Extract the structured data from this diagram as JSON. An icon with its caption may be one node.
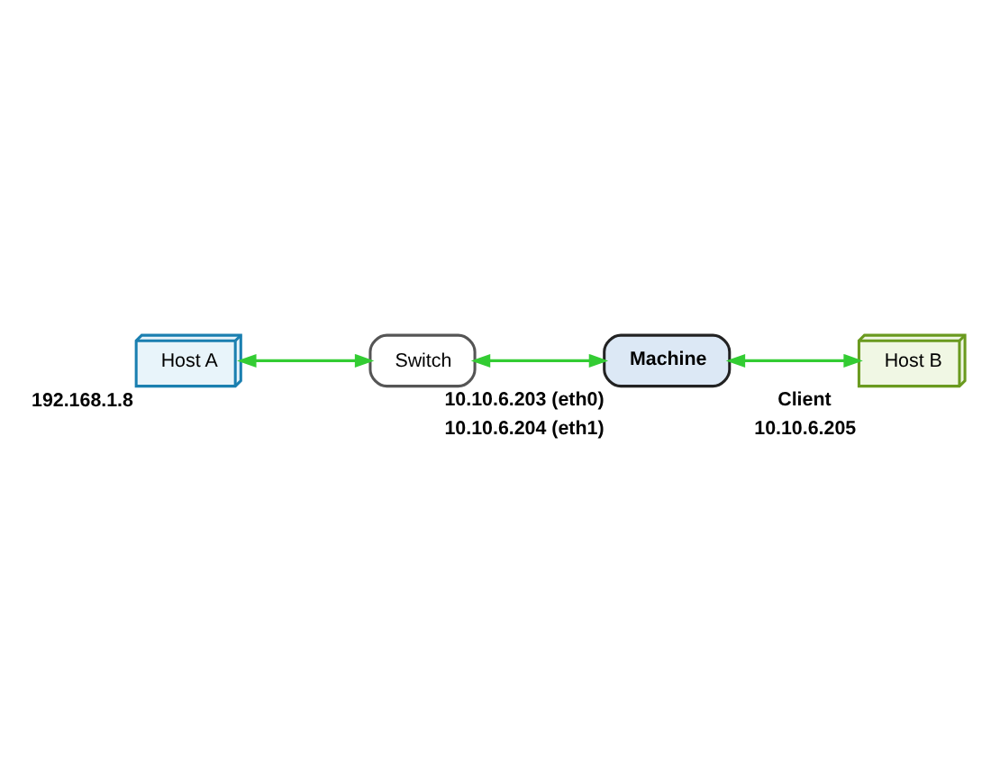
{
  "diagram": {
    "nodes": [
      {
        "text": [
          "Host A"
        ],
        "beside": [
          "192.168.1.8"
        ]
      },
      {
        "text": [
          "Switch"
        ]
      },
      {
        "text": [
          "Host B"
        ],
        "beside": [
          "Client",
          "10.10.6.205"
        ]
      },
      {
        "text": [
          "Machine"
        ],
        "beside": [
          "10.10.6.203 (eth0)",
          "10.10.6.204 (eth1)"
        ]
      }
    ],
    "edges": [
      {
        "from": 0,
        "to": 1,
        "arrow": "both"
      },
      {
        "from": 1,
        "to": 3,
        "arrow": "both"
      },
      {
        "from": 3,
        "to": 2,
        "arrow": "both"
      }
    ]
  }
}
